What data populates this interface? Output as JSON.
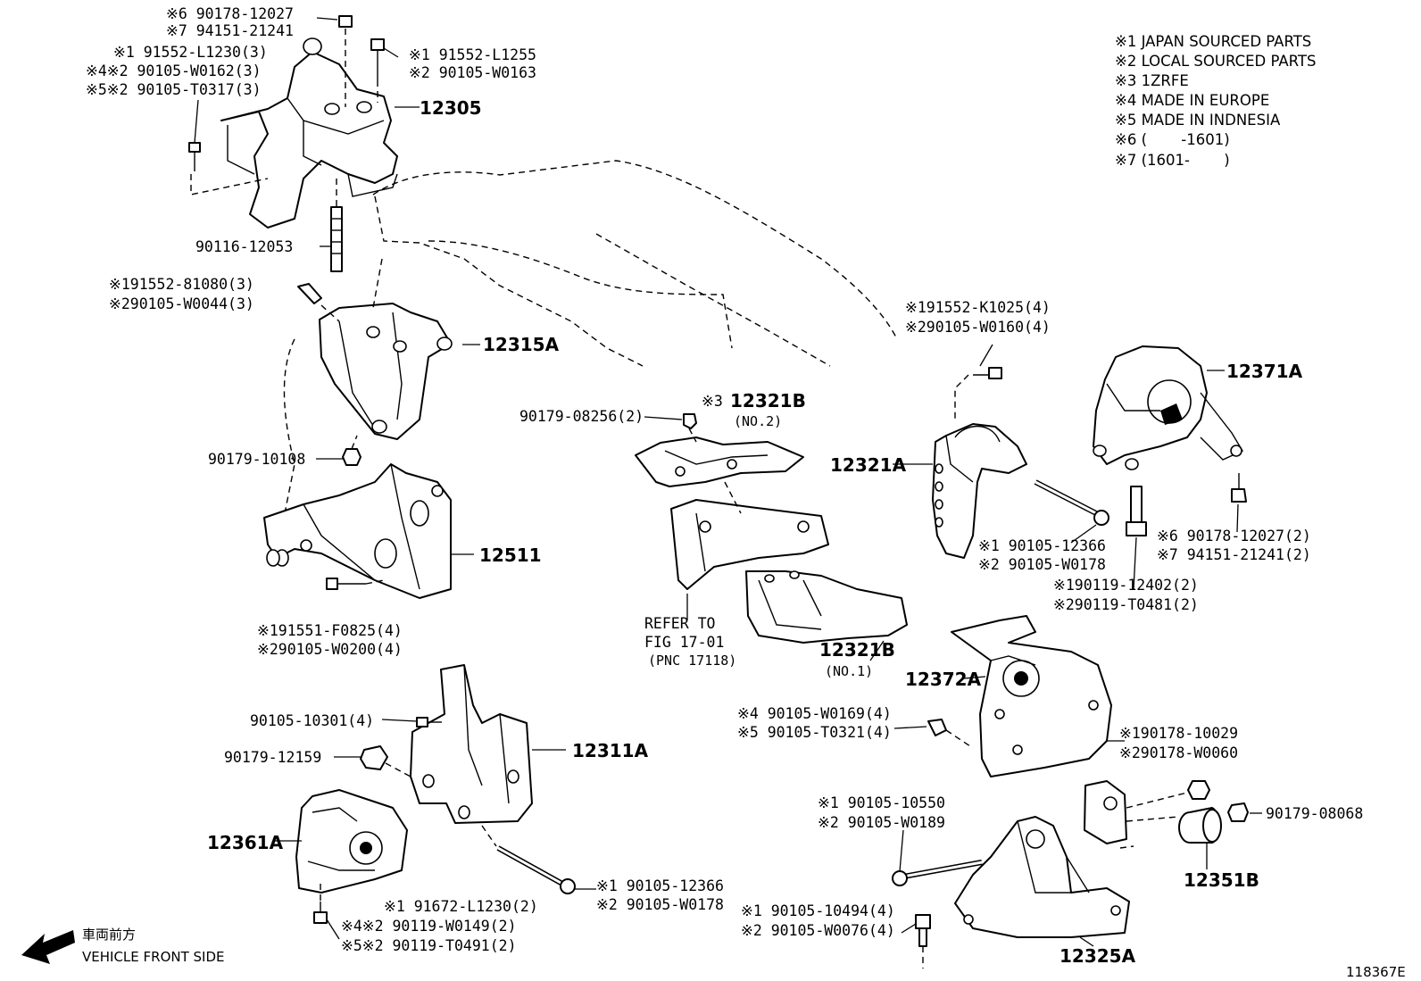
{
  "legend": [
    "※1 JAPAN SOURCED PARTS",
    "※2 LOCAL SOURCED PARTS",
    "※3 1ZRFE",
    "※4 MADE IN EUROPE",
    "※5 MADE IN INDNESIA",
    "※6 (　　 -1601)",
    "※7 (1601-　　 )"
  ],
  "parts": {
    "p12305": "12305",
    "p12315A": "12315A",
    "p12511": "12511",
    "p12311A": "12311A",
    "p12361A": "12361A",
    "p12321B_no2": "12321B",
    "p12321B_no2_sub": "(NO.2)",
    "p12321B_no2_prefix": "※3",
    "p12321B_no1": "12321B",
    "p12321B_no1_sub": "(NO.1)",
    "p12321A": "12321A",
    "p12371A": "12371A",
    "p12372A": "12372A",
    "p12351B": "12351B",
    "p12325A": "12325A"
  },
  "labels": {
    "l01": "※6 90178-12027",
    "l02": "※7 94151-21241",
    "l03": "※1 91552-L1230(3)",
    "l04": "※4※2 90105-W0162(3)",
    "l05": "※5※2 90105-T0317(3)",
    "l06": "※1 91552-L1255",
    "l07": "※2 90105-W0163",
    "l08": "90116-12053",
    "l09": "※191552-81080(3)",
    "l10": "※290105-W0044(3)",
    "l11": "90179-10108",
    "l12": "※191551-F0825(4)",
    "l13": "※290105-W0200(4)",
    "l14": "90105-10301(4)",
    "l15": "90179-12159",
    "l16": "※1 90105-12366",
    "l17": "※2 90105-W0178",
    "l18": "※1 91672-L1230(2)",
    "l19": "※4※2 90119-W0149(2)",
    "l20": "※5※2 90119-T0491(2)",
    "l21": "90179-08256(2)",
    "l22": "REFER TO",
    "l23": "FIG 17-01",
    "l24": "(PNC 17118)",
    "l25": "※191552-K1025(4)",
    "l26": "※290105-W0160(4)",
    "l27": "※1 90105-12366",
    "l28": "※2 90105-W0178",
    "l29": "※190119-12402(2)",
    "l30": "※290119-T0481(2)",
    "l31": "※6 90178-12027(2)",
    "l32": "※7 94151-21241(2)",
    "l33": "※4 90105-W0169(4)",
    "l34": "※5 90105-T0321(4)",
    "l35": "※190178-10029",
    "l36": "※290178-W0060",
    "l37": "90179-08068",
    "l38": "※1 90105-10550",
    "l39": "※2 90105-W0189",
    "l40": "※1 90105-10494(4)",
    "l41": "※2 90105-W0076(4)"
  },
  "direction": {
    "jp": "車両前方",
    "en": "VEHICLE FRONT SIDE"
  },
  "figure_id": "118367E"
}
